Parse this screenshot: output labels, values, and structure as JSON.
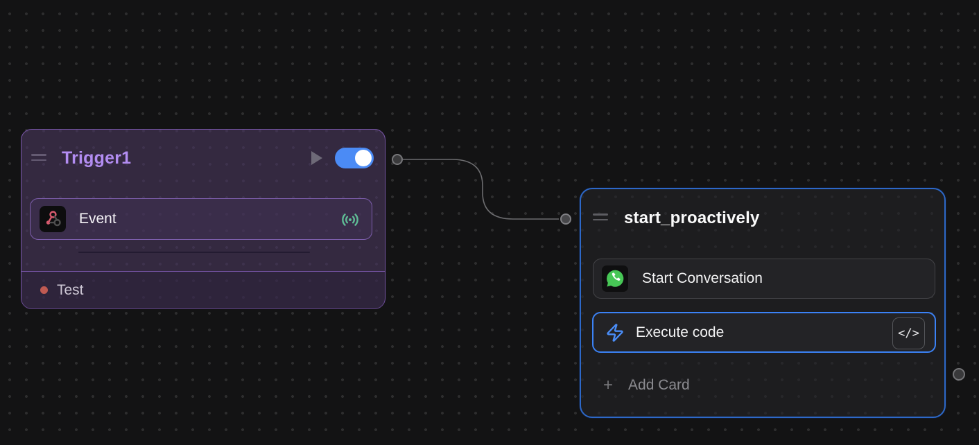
{
  "canvas": {
    "background": "#131314",
    "dot_color": "#2d2d2e"
  },
  "trigger_node": {
    "title": "Trigger1",
    "title_color": "#b38df2",
    "enabled": true,
    "event_card": {
      "label": "Event",
      "icon": "webhook-icon",
      "status_icon": "broadcast-icon"
    },
    "footer": {
      "label": "Test",
      "dot_color": "#c05a52"
    }
  },
  "action_node": {
    "title": "start_proactively",
    "cards": [
      {
        "label": "Start Conversation",
        "icon": "whatsapp-icon"
      },
      {
        "label": "Execute code",
        "icon": "zap-icon",
        "selected": true,
        "button_glyph": "</>"
      }
    ],
    "add_card": {
      "label": "Add Card",
      "plus_glyph": "+"
    }
  },
  "colors": {
    "accent_blue": "#3b82f6",
    "toggle_on_blue": "#4b8bf5",
    "purple_border": "#7a57ab",
    "status_green": "#5fbd96",
    "webhook_red": "#d85a6e",
    "whatsapp_green": "#47c756"
  }
}
